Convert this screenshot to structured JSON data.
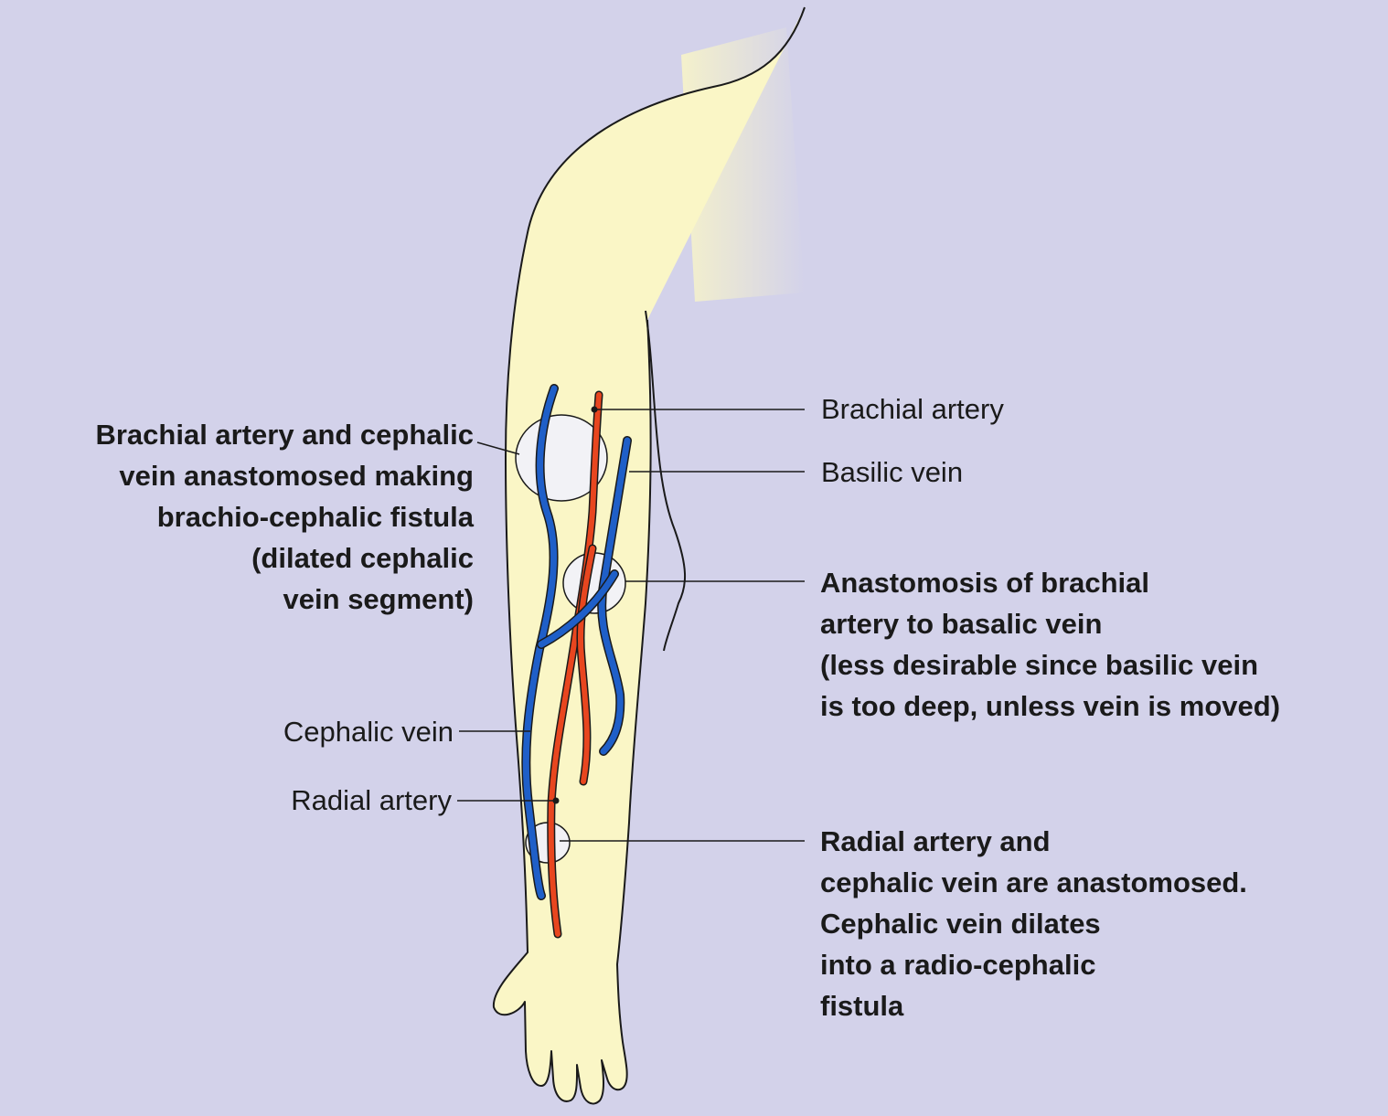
{
  "colors": {
    "background": "#d3d2ea",
    "skin": "#faf6c6",
    "artery": "#e8461f",
    "vein": "#1f5fc8",
    "outline": "#1a1a1a",
    "anastomosis_circle": "#f2f2f6"
  },
  "labels": {
    "brachial_artery": "Brachial artery",
    "basilic_vein": "Basilic vein",
    "cephalic_vein": "Cephalic vein",
    "radial_artery": "Radial artery",
    "brachio_cephalic": [
      "Brachial artery and cephalic",
      "vein anastomosed making",
      "brachio-cephalic fistula",
      "(dilated cephalic",
      "vein segment)"
    ],
    "brachio_basilic": [
      "Anastomosis of brachial",
      "artery to basalic vein",
      "(less desirable since basilic vein",
      "is too deep, unless vein is moved)"
    ],
    "radio_cephalic": [
      "Radial artery and",
      "cephalic vein are anastomosed.",
      "Cephalic vein dilates",
      "into a radio-cephalic",
      "fistula"
    ]
  }
}
